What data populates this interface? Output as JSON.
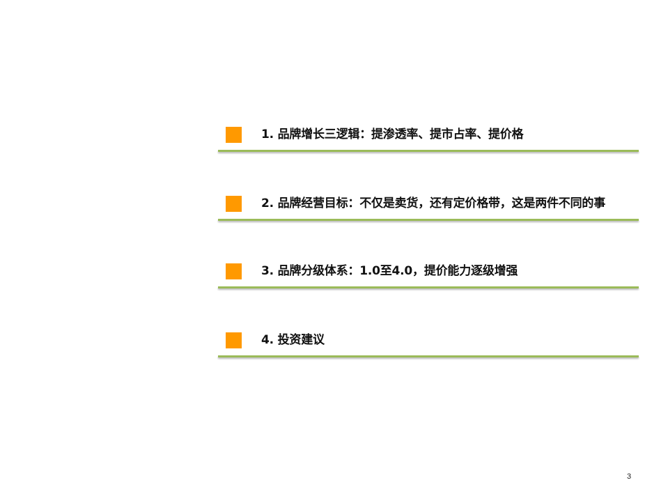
{
  "agenda": {
    "items": [
      {
        "label": "1. 品牌增长三逻辑：提渗透率、提市占率、提价格"
      },
      {
        "label": "2. 品牌经营目标：不仅是卖货，还有定价格带，这是两件不同的事"
      },
      {
        "label": "3. 品牌分级体系：1.0至4.0，提价能力逐级增强"
      },
      {
        "label": "4. 投资建议"
      }
    ],
    "bullet_color": "#ff9900",
    "underline_color": "#9bbb59"
  },
  "footer": {
    "page_number": "3"
  }
}
